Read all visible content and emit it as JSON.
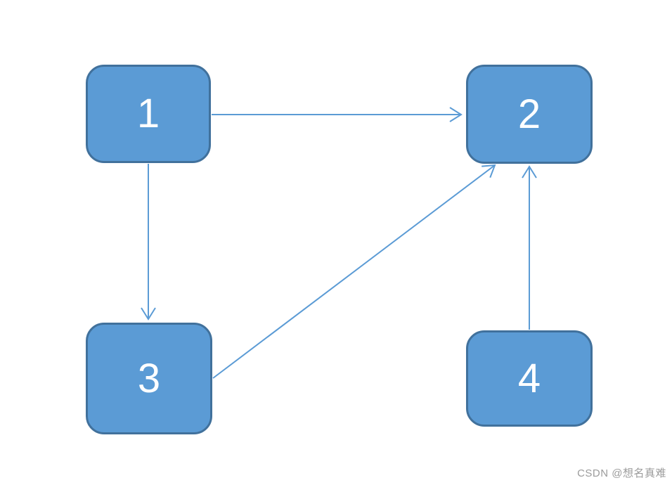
{
  "diagram": {
    "type": "directed-graph",
    "nodes": [
      {
        "id": "1",
        "label": "1"
      },
      {
        "id": "2",
        "label": "2"
      },
      {
        "id": "3",
        "label": "3"
      },
      {
        "id": "4",
        "label": "4"
      }
    ],
    "edges": [
      {
        "from": "1",
        "to": "2"
      },
      {
        "from": "1",
        "to": "3"
      },
      {
        "from": "3",
        "to": "2"
      },
      {
        "from": "4",
        "to": "2"
      }
    ],
    "colors": {
      "node_fill": "#5B9BD5",
      "node_border": "#41719C",
      "edge_line": "#5B9BD5",
      "node_label": "#FFFFFF"
    }
  },
  "watermark": {
    "text": "CSDN @想名真难"
  }
}
